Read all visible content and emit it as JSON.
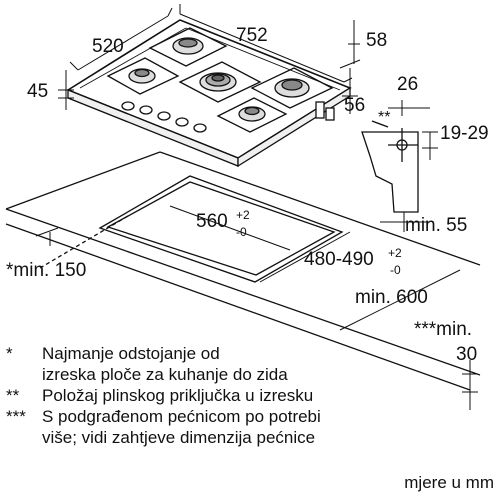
{
  "dimensions": {
    "hob_depth": "520",
    "hob_width": "752",
    "hob_height": "45",
    "edge_offset": "58",
    "side_offset": "56",
    "conn_offset": "26",
    "conn_stars": "**",
    "conn_range": "19-29",
    "cutout_width": "560",
    "cutout_width_plus": "+2",
    "cutout_width_minus": "-0",
    "cutout_depth": "480-490",
    "cutout_depth_plus": "+2",
    "cutout_depth_minus": "-0",
    "min_55": "min. 55",
    "min_150": "*min. 150",
    "min_600": "min. 600",
    "min_30_label": "***min.",
    "min_30_value": "30"
  },
  "notes": [
    {
      "mark": "*",
      "lines": [
        "Najmanje odstojanje od",
        "izreska ploče za kuhanje do zida"
      ]
    },
    {
      "mark": "**",
      "lines": [
        "Položaj plinskog priključka u izresku"
      ]
    },
    {
      "mark": "***",
      "lines": [
        "S podgrađenom pećnicom po potrebi",
        "više; vidi zahtjeve dimenzija pećnice"
      ]
    }
  ],
  "units": "mjere u mm"
}
